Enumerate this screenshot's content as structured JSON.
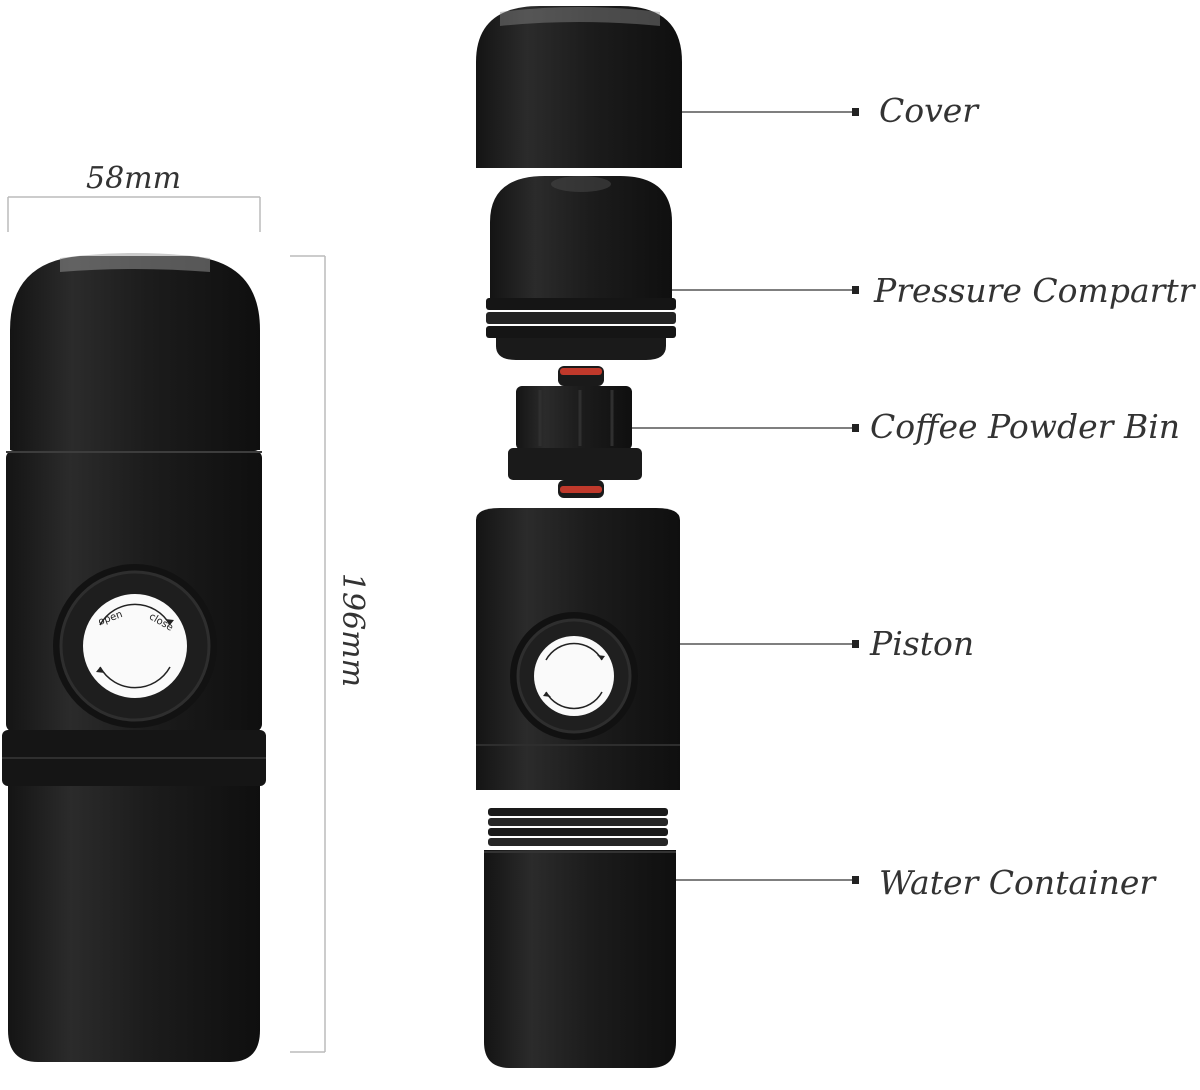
{
  "dimensions": {
    "width_label": "58mm",
    "height_label": "196mm"
  },
  "dial_text": {
    "open": "open",
    "close": "close"
  },
  "parts": [
    {
      "label": "Cover"
    },
    {
      "label": "Pressure Compartr"
    },
    {
      "label": "Coffee Powder Bin"
    },
    {
      "label": "Piston"
    },
    {
      "label": "Water Container"
    }
  ],
  "colors": {
    "body": "#1d1d1d",
    "body_highlight": "#3a3a3a",
    "leader_line": "#555555",
    "dimension_line": "#bbbbbb",
    "label_text": "#333333",
    "seal_ring": "#c0392b"
  }
}
